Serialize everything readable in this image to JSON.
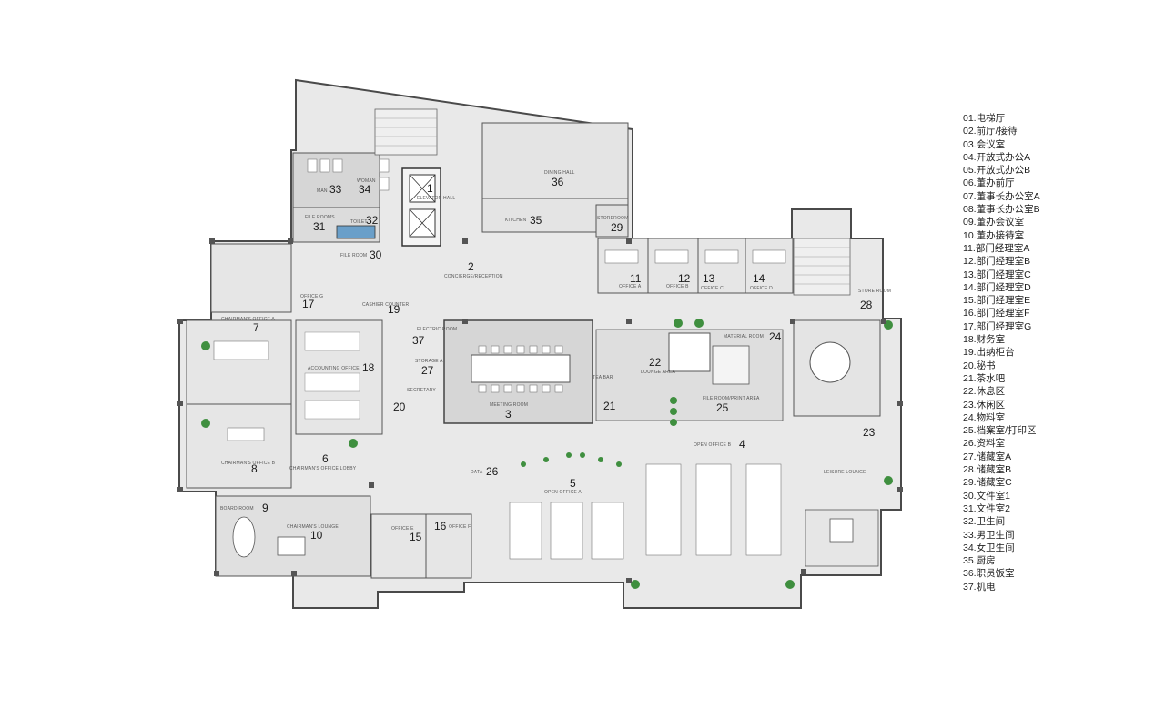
{
  "legend": [
    "01.电梯厅",
    "02.前厅/接待",
    "03.会议室",
    "04.开放式办公A",
    "05.开放式办公B",
    "06.董办前厅",
    "07.董事长办公室A",
    "08.董事长办公室B",
    "09.董办会议室",
    "10.董办接待室",
    "11.部门经理室A",
    "12.部门经理室B",
    "13.部门经理室C",
    "14.部门经理室D",
    "15.部门经理室E",
    "16.部门经理室F",
    "17.部门经理室G",
    "18.财务室",
    "19.出纳柜台",
    "20.秘书",
    "21.茶水吧",
    "22.休息区",
    "23.休闲区",
    "24.物料室",
    "25.档案室/打印区",
    "26.资料室",
    "27.储藏室A",
    "28.储藏室B",
    "29.储藏室C",
    "30.文件室1",
    "31.文件室2",
    "32.卫生间",
    "33.男卫生间",
    "34.女卫生间",
    "35.厨房",
    "36.职员饭室",
    "37.机电"
  ],
  "rooms": {
    "r1": {
      "num": "1",
      "label": "ELEVATOR HALL"
    },
    "r2": {
      "num": "2",
      "label": "CONCIERGE/RECEPTION"
    },
    "r3": {
      "num": "3",
      "label": "MEETING ROOM"
    },
    "r4": {
      "num": "4",
      "label": "OPEN OFFICE B"
    },
    "r5": {
      "num": "5",
      "label": "OPEN OFFICE A"
    },
    "r6": {
      "num": "6",
      "label": "CHAIRMAN'S OFFICE LOBBY"
    },
    "r7": {
      "num": "7",
      "label": "CHAIRMAN'S OFFICE A"
    },
    "r8": {
      "num": "8",
      "label": "CHAIRMAN'S OFFICE B"
    },
    "r9": {
      "num": "9",
      "label": "BOARD ROOM"
    },
    "r10": {
      "num": "10",
      "label": "CHAIRMAN'S LOUNGE"
    },
    "r11": {
      "num": "11",
      "label": "OFFICE A"
    },
    "r12": {
      "num": "12",
      "label": "OFFICE B"
    },
    "r13": {
      "num": "13",
      "label": "OFFICE C"
    },
    "r14": {
      "num": "14",
      "label": "OFFICE D"
    },
    "r15": {
      "num": "15",
      "label": "OFFICE E"
    },
    "r16": {
      "num": "16",
      "label": "OFFICE F"
    },
    "r17": {
      "num": "17",
      "label": "OFFICE G"
    },
    "r18": {
      "num": "18",
      "label": "ACCOUNTING OFFICE"
    },
    "r19": {
      "num": "19",
      "label": "CASHIER COUNTER"
    },
    "r20": {
      "num": "20",
      "label": "SECRETARY"
    },
    "r21": {
      "num": "21",
      "label": "TEA BAR"
    },
    "r22": {
      "num": "22",
      "label": "LOUNGE AREA"
    },
    "r23": {
      "num": "23",
      "label": "LEISURE LOUNGE"
    },
    "r24": {
      "num": "24",
      "label": "MATERIAL ROOM"
    },
    "r25": {
      "num": "25",
      "label": "FILE ROOM/PRINT AREA"
    },
    "r26": {
      "num": "26",
      "label": "DATA"
    },
    "r27": {
      "num": "27",
      "label": "STORAGE A"
    },
    "r28": {
      "num": "28",
      "label": "STORE ROOM"
    },
    "r29": {
      "num": "29",
      "label": "STOREROOM"
    },
    "r30": {
      "num": "30",
      "label": "FILE ROOM"
    },
    "r31": {
      "num": "31",
      "label": "FILE ROOMS"
    },
    "r32": {
      "num": "32",
      "label": "TOILET"
    },
    "r33": {
      "num": "33",
      "label": "MAN"
    },
    "r34": {
      "num": "34",
      "label": "WOMAN"
    },
    "r35": {
      "num": "35",
      "label": "KITCHEN"
    },
    "r36": {
      "num": "36",
      "label": "DINING HALL"
    },
    "r37": {
      "num": "37",
      "label": "ELECTRIC ROOM"
    }
  },
  "colors": {
    "floor": "#e9e9e9",
    "corridor": "#f2f2f2",
    "meeting": "#d9d9d9",
    "wall": "#4a4a4a",
    "furniture": "#ffffff",
    "plant": "#3f8f3f"
  }
}
